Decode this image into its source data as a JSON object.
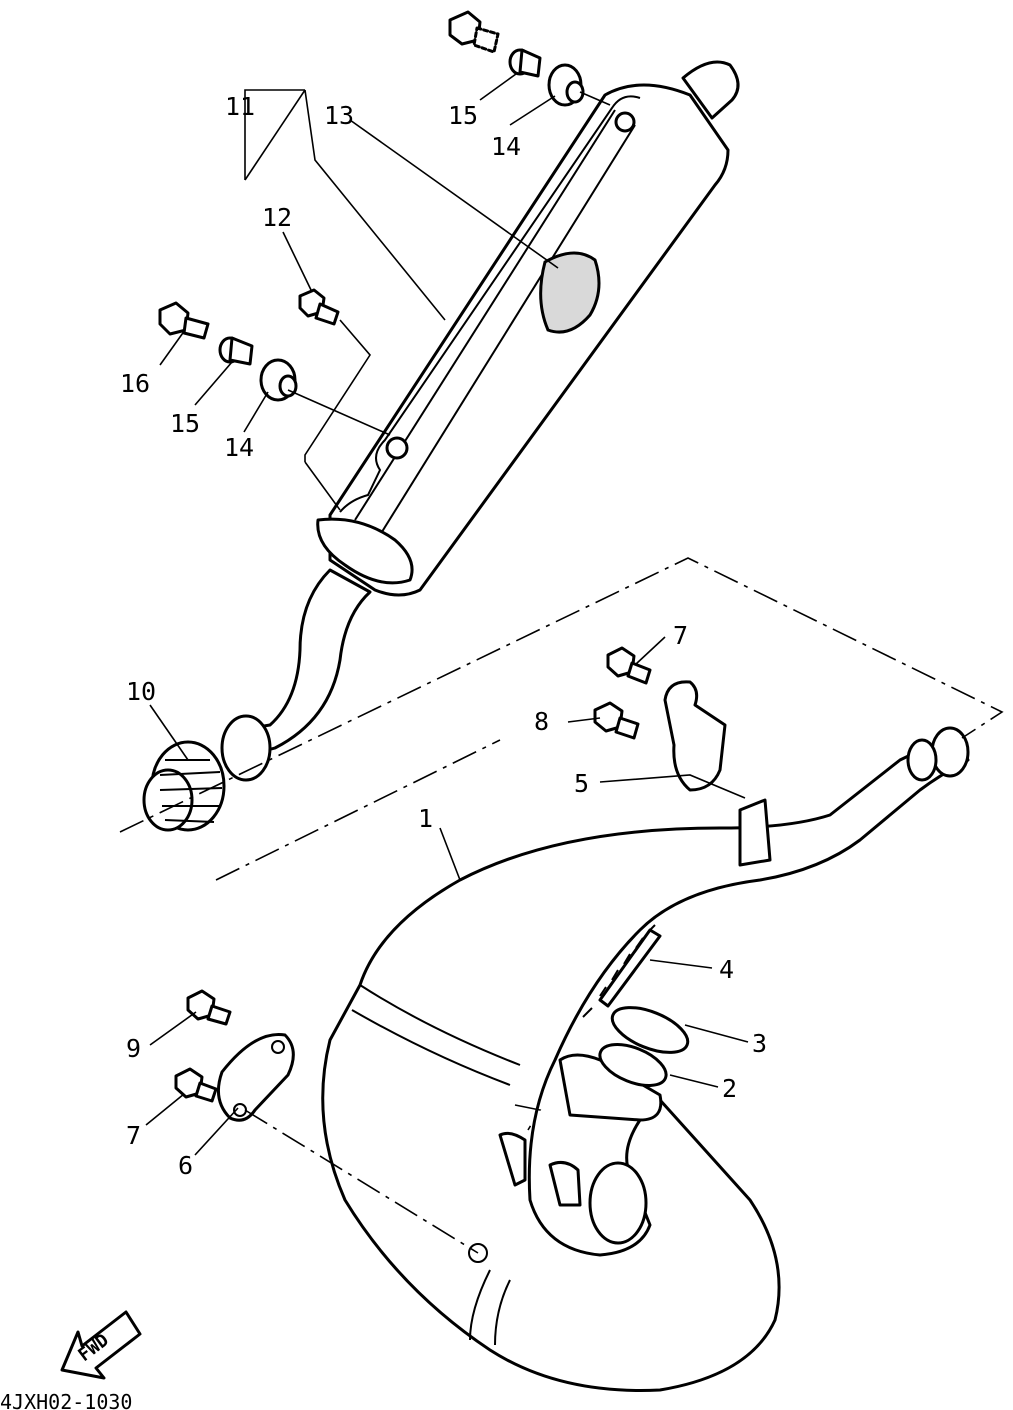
{
  "diagram": {
    "callouts": {
      "c1": "1",
      "c2": "2",
      "c3": "3",
      "c4": "4",
      "c5": "5",
      "c6": "6",
      "c7a": "7",
      "c7b": "7",
      "c8": "8",
      "c9": "9",
      "c10": "10",
      "c11": "11",
      "c12": "12",
      "c13": "13",
      "c14a": "14",
      "c14b": "14",
      "c15a": "15",
      "c15b": "15",
      "c16": "16"
    },
    "fwd_label": "FWD",
    "page_code": "4JXH02-1030"
  }
}
